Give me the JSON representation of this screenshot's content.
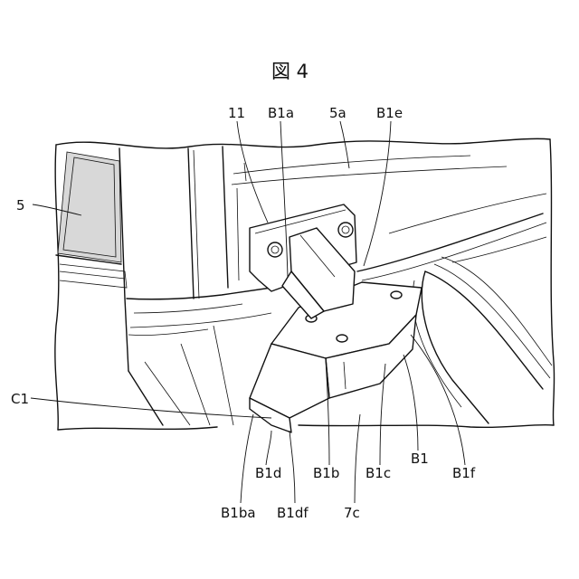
{
  "title": "図 4",
  "labels": {
    "ref_11": "11",
    "ref_B1a": "B1a",
    "ref_5a": "5a",
    "ref_B1e": "B1e",
    "ref_5": "5",
    "ref_C1": "C1",
    "ref_B1d": "B1d",
    "ref_B1b": "B1b",
    "ref_B1c": "B1c",
    "ref_B1": "B1",
    "ref_B1f": "B1f",
    "ref_B1ba": "B1ba",
    "ref_B1df": "B1df",
    "ref_7c": "7c"
  }
}
